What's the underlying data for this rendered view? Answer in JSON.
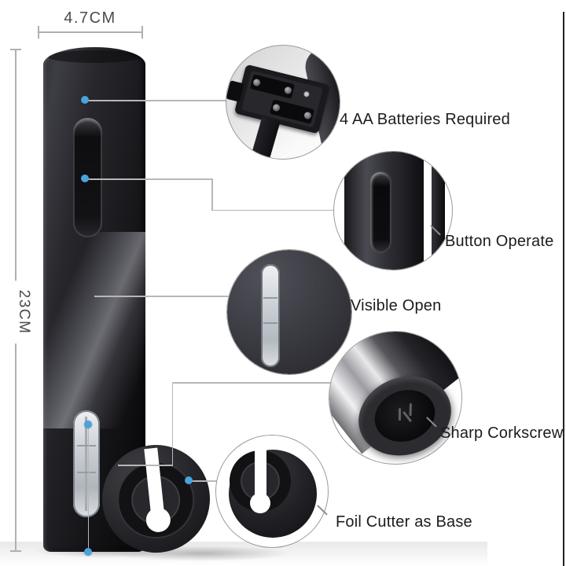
{
  "product": {
    "name": "electric wine bottle opener",
    "width_dimension": "4.7CM",
    "height_dimension": "23CM"
  },
  "callouts": {
    "battery": {
      "label": "4 AA Batteries Required"
    },
    "button": {
      "label": "Button Operate"
    },
    "visible": {
      "label": "Visible Open"
    },
    "corkscrew": {
      "label": "Sharp Corkscrew"
    },
    "foil": {
      "label": "Foil Cutter as Base"
    }
  },
  "markers": {
    "shape": "dot",
    "color": "#4aa3dc"
  },
  "colors": {
    "leader_line": "#b7b7b7",
    "dimension_line": "#b0b0b0",
    "label_text": "#1c1c1c",
    "dimension_text": "#4b4b4b"
  }
}
